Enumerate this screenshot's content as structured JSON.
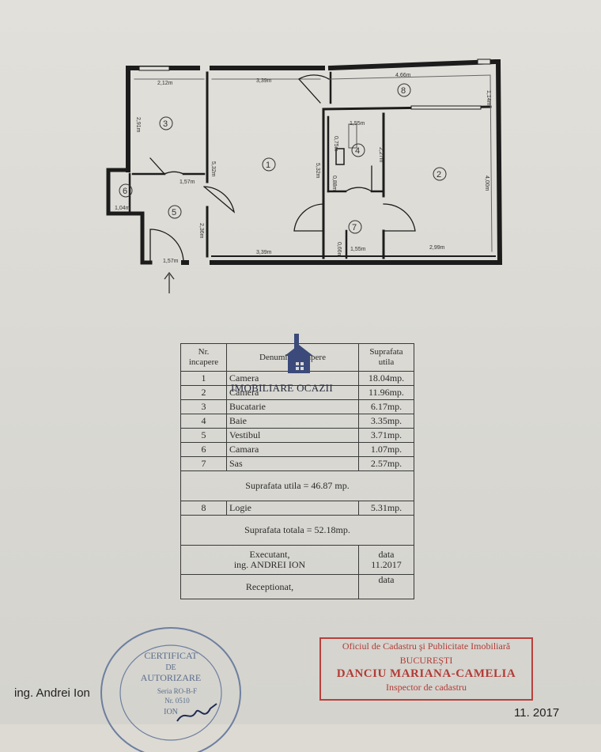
{
  "plan": {
    "rooms": [
      {
        "id": "room-1",
        "num": "1"
      },
      {
        "id": "room-2",
        "num": "2"
      },
      {
        "id": "room-3",
        "num": "3"
      },
      {
        "id": "room-4",
        "num": "4"
      },
      {
        "id": "room-5",
        "num": "5"
      },
      {
        "id": "room-6",
        "num": "6"
      },
      {
        "id": "room-7",
        "num": "7"
      },
      {
        "id": "room-8",
        "num": "8"
      }
    ],
    "dims": {
      "d212": "2,12m",
      "d339top": "3,39m",
      "d466": "4,66m",
      "d114": "1,14m",
      "d291": "2,91m",
      "d155top": "1,55m",
      "d157a": "1,57m",
      "d532a": "5,32m",
      "d532b": "5,32m",
      "d227": "2,27m",
      "d400": "4,00m",
      "d104": "1,04m",
      "d236": "2,36m",
      "d339bot": "3,39m",
      "d155bot": "1,55m",
      "d299": "2,99m",
      "d157b": "1,57m",
      "d066": "0,66m",
      "d088": "0,88m",
      "d075": "0,75m"
    }
  },
  "table": {
    "header": {
      "nr": "Nr.",
      "incapere": "incapere",
      "denumire": "Denumire incapere",
      "suprafata": "Suprafata",
      "utila": "utila"
    },
    "rows": [
      {
        "nr": "1",
        "name": "Camera",
        "area": "18.04mp."
      },
      {
        "nr": "2",
        "name": "Camera",
        "area": "11.96mp."
      },
      {
        "nr": "3",
        "name": "Bucatarie",
        "area": "6.17mp."
      },
      {
        "nr": "4",
        "name": "Baie",
        "area": "3.35mp."
      },
      {
        "nr": "5",
        "name": "Vestibul",
        "area": "3.71mp."
      },
      {
        "nr": "6",
        "name": "Camara",
        "area": "1.07mp."
      },
      {
        "nr": "7",
        "name": "Sas",
        "area": "2.57mp."
      }
    ],
    "suprafata_utila": "Suprafata utila = 46.87 mp.",
    "logie": {
      "nr": "8",
      "name": "Logie",
      "area": "5.31mp."
    },
    "suprafata_totala": "Suprafata totala = 52.18mp.",
    "executant_l1": "Executant,",
    "executant_l2": "ing. ANDREI ION",
    "data_label": "data",
    "data_value": "11.2017",
    "receptionat": "Receptionat,",
    "data_label2": "data"
  },
  "watermark": "IMOBILIARE OCAZII",
  "stamps": {
    "round_center": [
      "CERTIFICAT",
      "DE",
      "AUTORIZARE",
      "Seria RO-B-F",
      "Nr. 0510",
      "ION"
    ],
    "rect": [
      "Oficiul de Cadastru şi Publicitate Imobiliară",
      "BUCUREŞTI",
      "DANCIU MARIANA-CAMELIA",
      "Inspector de cadastru"
    ]
  },
  "footer": {
    "left": "ing. Andrei Ion",
    "right": "11. 2017"
  },
  "colors": {
    "ink": "#2a2a2a",
    "stamp_red": "#b33b37",
    "stamp_blue": "#5b6e8e"
  }
}
